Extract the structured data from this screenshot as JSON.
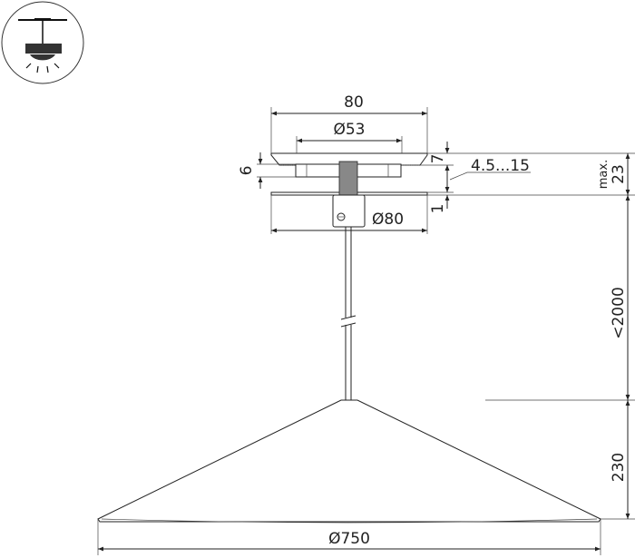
{
  "icon": "pendant-lamp-icon",
  "dimensions": {
    "canopy_width": "80",
    "mount_diameter": "Ø53",
    "base_plate_diameter": "Ø80",
    "middle_height": "6",
    "top_height": "7",
    "ceiling_thickness_range": "4.5...15",
    "plate_thickness": "1",
    "max_label": "max.",
    "max_height": "23",
    "cable_length": "<2000",
    "shade_height": "230",
    "shade_diameter": "Ø750"
  }
}
